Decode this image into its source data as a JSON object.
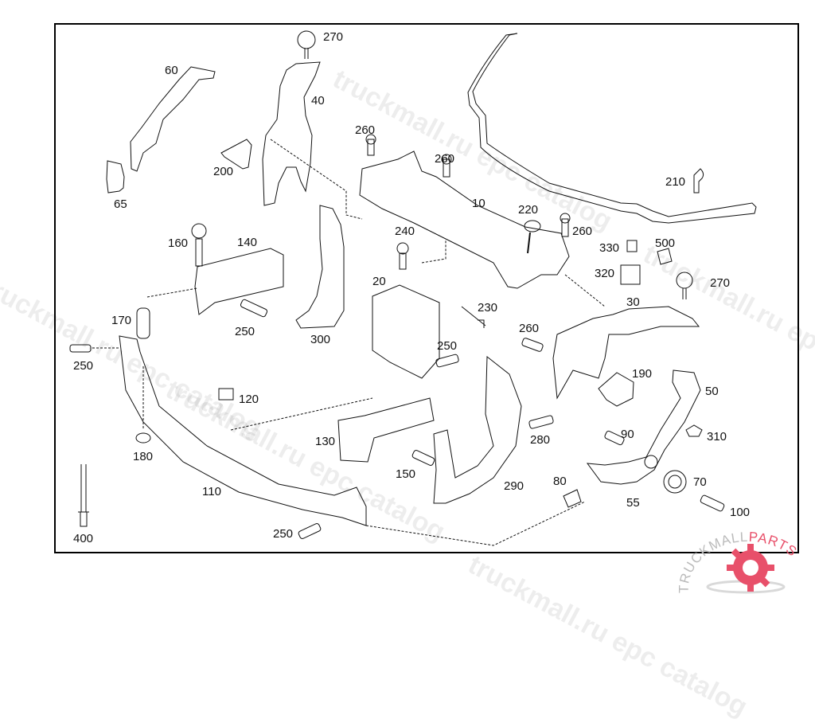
{
  "diagram": {
    "title": "Front frame / cross member assembly exploded view",
    "callouts": [
      {
        "id": "c270a",
        "text": "270"
      },
      {
        "id": "c60",
        "text": "60"
      },
      {
        "id": "c40",
        "text": "40"
      },
      {
        "id": "c260a",
        "text": "260"
      },
      {
        "id": "c200",
        "text": "200"
      },
      {
        "id": "c65",
        "text": "65"
      },
      {
        "id": "c260b",
        "text": "260"
      },
      {
        "id": "c10",
        "text": "10"
      },
      {
        "id": "c210",
        "text": "210"
      },
      {
        "id": "c220",
        "text": "220"
      },
      {
        "id": "c260c",
        "text": "260"
      },
      {
        "id": "c330",
        "text": "330"
      },
      {
        "id": "c500",
        "text": "500"
      },
      {
        "id": "c320",
        "text": "320"
      },
      {
        "id": "c270b",
        "text": "270"
      },
      {
        "id": "c160",
        "text": "160"
      },
      {
        "id": "c140",
        "text": "140"
      },
      {
        "id": "c240",
        "text": "240"
      },
      {
        "id": "c20",
        "text": "20"
      },
      {
        "id": "c230",
        "text": "230"
      },
      {
        "id": "c30",
        "text": "30"
      },
      {
        "id": "c170",
        "text": "170"
      },
      {
        "id": "c250a",
        "text": "250"
      },
      {
        "id": "c300",
        "text": "300"
      },
      {
        "id": "c250b",
        "text": "250"
      },
      {
        "id": "c260d",
        "text": "260"
      },
      {
        "id": "c250c",
        "text": "250"
      },
      {
        "id": "c190",
        "text": "190"
      },
      {
        "id": "c50",
        "text": "50"
      },
      {
        "id": "c120",
        "text": "120"
      },
      {
        "id": "c130",
        "text": "130"
      },
      {
        "id": "c280",
        "text": "280"
      },
      {
        "id": "c90",
        "text": "90"
      },
      {
        "id": "c310",
        "text": "310"
      },
      {
        "id": "c180",
        "text": "180"
      },
      {
        "id": "c150",
        "text": "150"
      },
      {
        "id": "c290",
        "text": "290"
      },
      {
        "id": "c80",
        "text": "80"
      },
      {
        "id": "c70",
        "text": "70"
      },
      {
        "id": "c110",
        "text": "110"
      },
      {
        "id": "c55",
        "text": "55"
      },
      {
        "id": "c100",
        "text": "100"
      },
      {
        "id": "c400",
        "text": "400"
      },
      {
        "id": "c250d",
        "text": "250"
      }
    ]
  },
  "watermarks": [
    {
      "text": "truckmall.ru epc catalog"
    },
    {
      "text": "truckmall.ru epc catalog"
    },
    {
      "text": "truckmall.ru epc catalog"
    },
    {
      "text": "truckmall.ru epc catalog"
    },
    {
      "text": "truckmall.ru epc catalog"
    }
  ],
  "logo": {
    "text_dark": "TRUCKMALL",
    "text_accent": "PARTS",
    "accent_color": "#e8506a",
    "text_color": "#bbbbbb"
  }
}
